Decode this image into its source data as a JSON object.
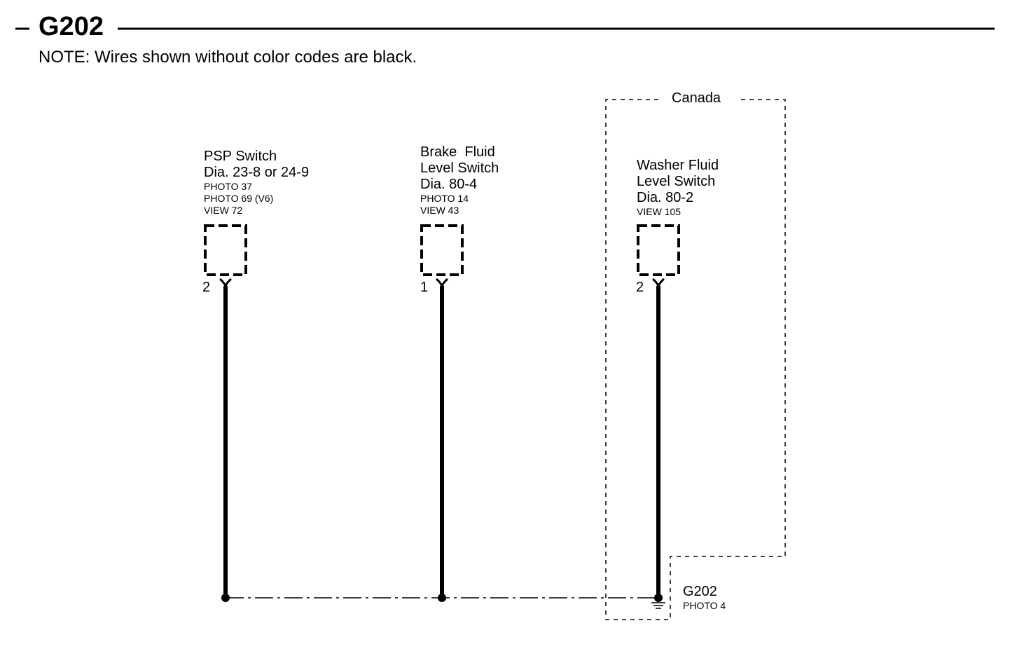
{
  "header": {
    "title": "G202",
    "note": "NOTE: Wires shown without color codes are black."
  },
  "canada_box": {
    "label": "Canada"
  },
  "components": [
    {
      "id": "psp",
      "name_lines": [
        "PSP Switch",
        "Dia. 23-8 or 24-9"
      ],
      "ref_lines": [
        "PHOTO 37",
        "PHOTO 69 (V6)",
        "VIEW 72"
      ],
      "pin": "2"
    },
    {
      "id": "brake",
      "name_lines": [
        "Brake  Fluid",
        "Level Switch",
        "Dia. 80-4"
      ],
      "ref_lines": [
        "PHOTO 14",
        "VIEW 43"
      ],
      "pin": "1"
    },
    {
      "id": "washer",
      "name_lines": [
        "Washer Fluid",
        "Level Switch",
        "Dia. 80-2"
      ],
      "ref_lines": [
        "VIEW 105"
      ],
      "pin": "2"
    }
  ],
  "ground": {
    "name": "G202",
    "ref": "PHOTO 4"
  }
}
